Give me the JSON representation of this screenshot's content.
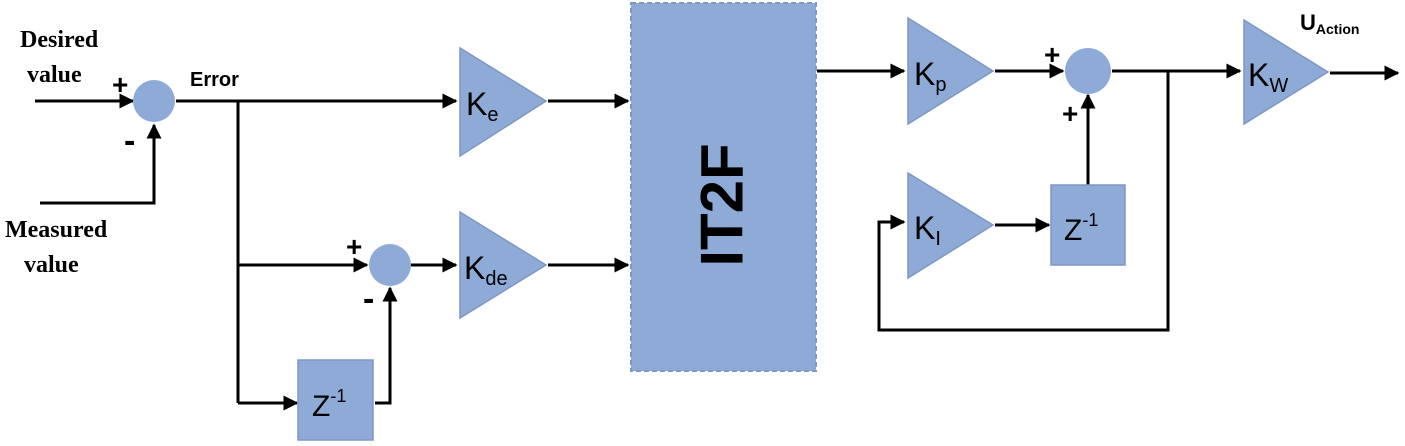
{
  "colors": {
    "block_fill": "#8eabd8",
    "summer_fill": "#8eabd8",
    "wire": "#000000"
  },
  "labels": {
    "desired_1": "Desired",
    "desired_2": "value",
    "measured_1": "Measured",
    "measured_2": "value",
    "error": "Error",
    "controller": "IT2F",
    "output_main": "U",
    "output_sub": "Action"
  },
  "signs": {
    "sum1_plus": "+",
    "sum1_minus": "-",
    "sum2_plus": "+",
    "sum2_minus": "-",
    "sum3_plus_top": "+",
    "sum3_plus_bottom": "+"
  },
  "gains": {
    "ke": {
      "main": "K",
      "sub": "e"
    },
    "kde": {
      "main": "K",
      "sub": "de"
    },
    "kp": {
      "main": "K",
      "sub": "p"
    },
    "ki": {
      "main": "K",
      "sub": "I"
    },
    "kw": {
      "main": "K",
      "sub": "W"
    }
  },
  "delays": {
    "delay1": {
      "main": "Z",
      "sup": "-1"
    },
    "delay2": {
      "main": "Z",
      "sup": "-1"
    }
  }
}
